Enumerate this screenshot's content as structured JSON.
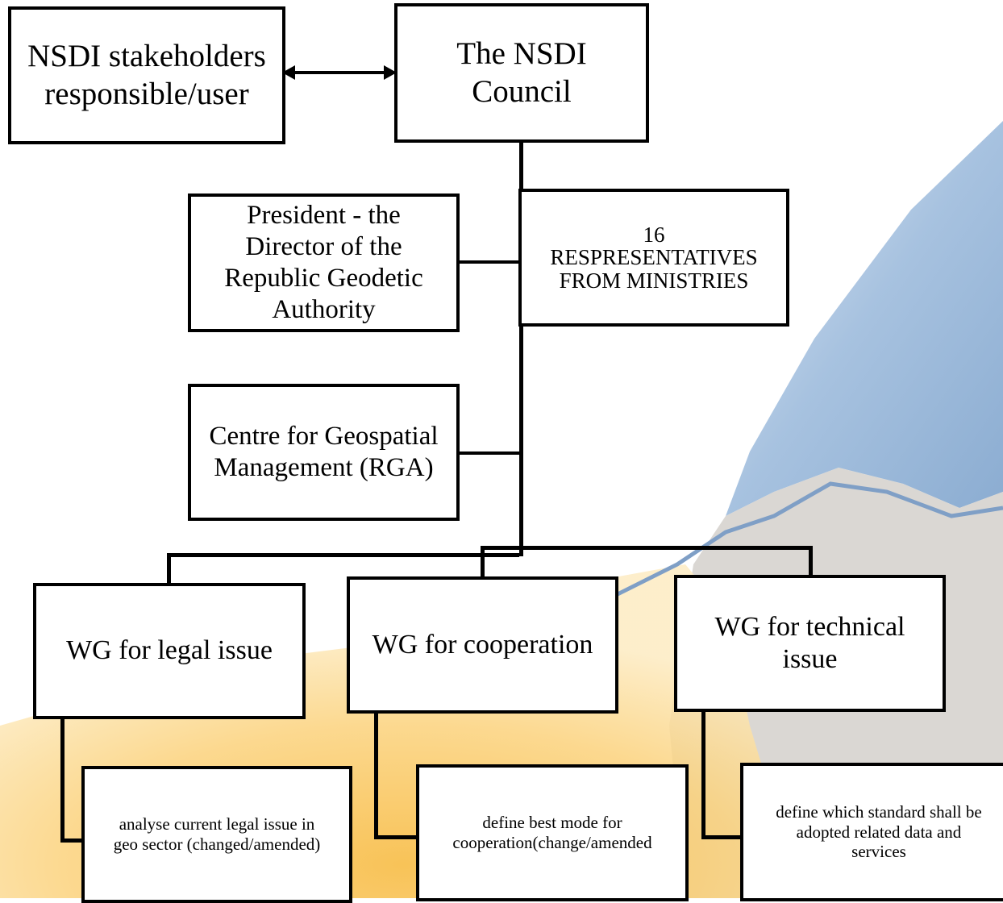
{
  "stakeholders": {
    "text": "NSDI stakeholders\nresponsible/user"
  },
  "council": {
    "text": "The NSDI\nCouncil"
  },
  "president": {
    "text": "President - the\nDirector of the\nRepublic Geodetic\nAuthority"
  },
  "representatives": {
    "text": "16\nRESPRESENTATIVES\nFROM MINISTRIES"
  },
  "centre": {
    "text": "Centre for Geospatial\nManagement (RGA)"
  },
  "wg_legal": {
    "text": "WG for legal issue"
  },
  "wg_cooperation": {
    "text": "WG for cooperation"
  },
  "wg_technical": {
    "text": "WG for technical\nissue"
  },
  "task_legal": {
    "text": "analyse current  legal issue in\ngeo sector (changed/amended)"
  },
  "task_cooperation": {
    "text": "define best mode for\ncooperation(change/amended"
  },
  "task_technical": {
    "text": "define which standard shall be\nadopted related data  and\nservices"
  },
  "colors": {
    "border": "#000000",
    "background_blue": "#8fb3d9",
    "background_orange": "#f6c45a",
    "background_gray": "#d3d0cb"
  }
}
